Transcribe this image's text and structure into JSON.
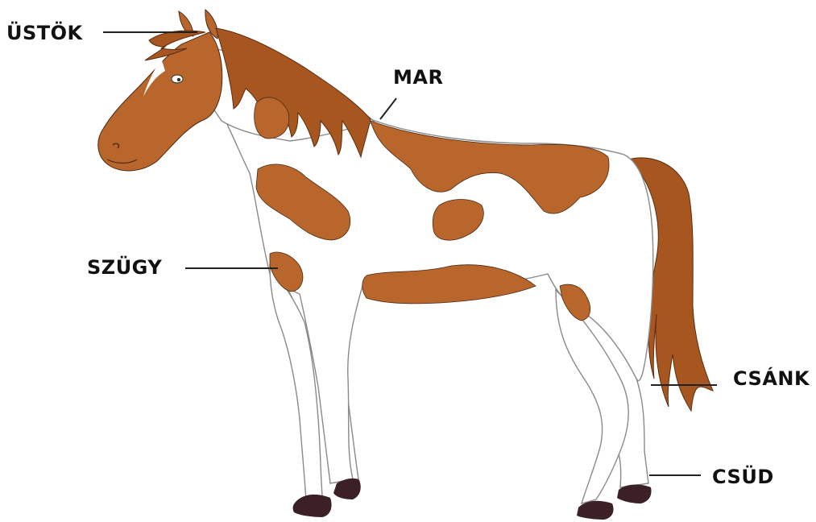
{
  "labels": {
    "forelock": "ÜSTÖK",
    "withers": "MAR",
    "chest": "SZÜGY",
    "hock": "CSÁNK",
    "fetlock": "CSÜD"
  },
  "icons": {
    "illustration": "pinto-horse-icon"
  },
  "colors": {
    "coat": "#b8662b",
    "mane": "#a8561f",
    "hoof": "#3b2126",
    "body": "#ffffff",
    "line": "#222222"
  }
}
